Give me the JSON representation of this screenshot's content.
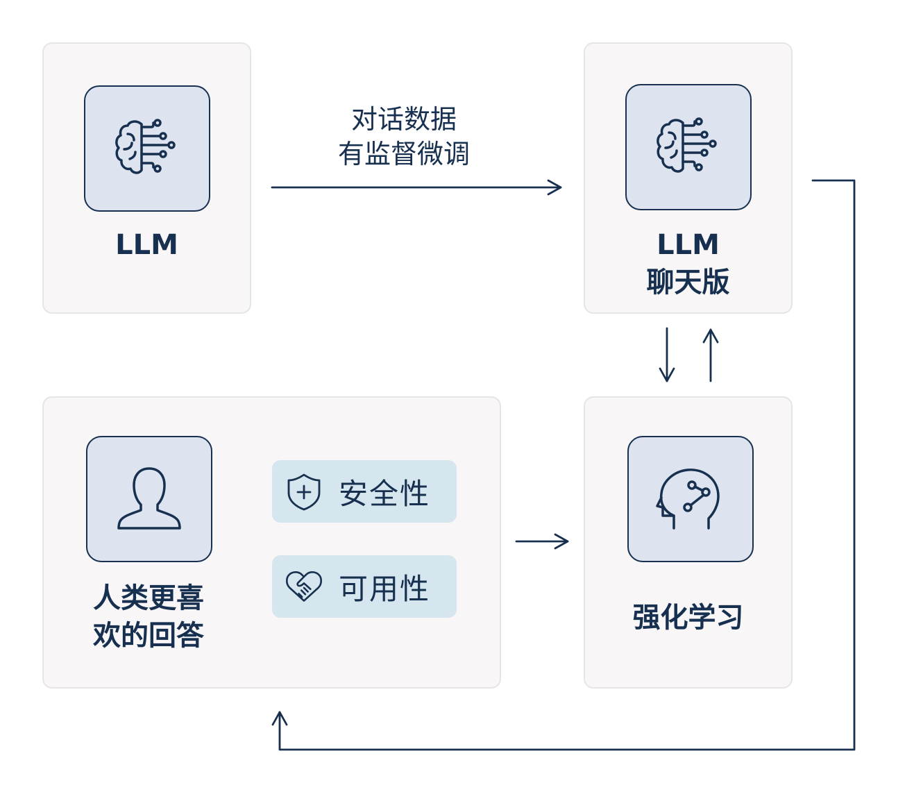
{
  "nodes": {
    "llm": {
      "label": "LLM",
      "icon": "brain-circuit-icon"
    },
    "llm_chat": {
      "label": "LLM\n聊天版",
      "icon": "brain-circuit-icon"
    },
    "human_pref": {
      "label": "人类更喜\n欢的回答",
      "icon": "person-icon",
      "criteria": [
        {
          "label": "安全性",
          "icon": "shield-plus-icon"
        },
        {
          "label": "可用性",
          "icon": "heart-handshake-icon"
        }
      ]
    },
    "rl": {
      "label": "强化学习",
      "icon": "head-network-icon"
    }
  },
  "edges": {
    "sft": {
      "line1": "对话数据",
      "line2": "有监督微调"
    }
  },
  "colors": {
    "ink": "#17304f",
    "panel": "#f8f6f7",
    "icon_bg": "#dde3ef",
    "chip_bg": "#d5e6ee"
  }
}
